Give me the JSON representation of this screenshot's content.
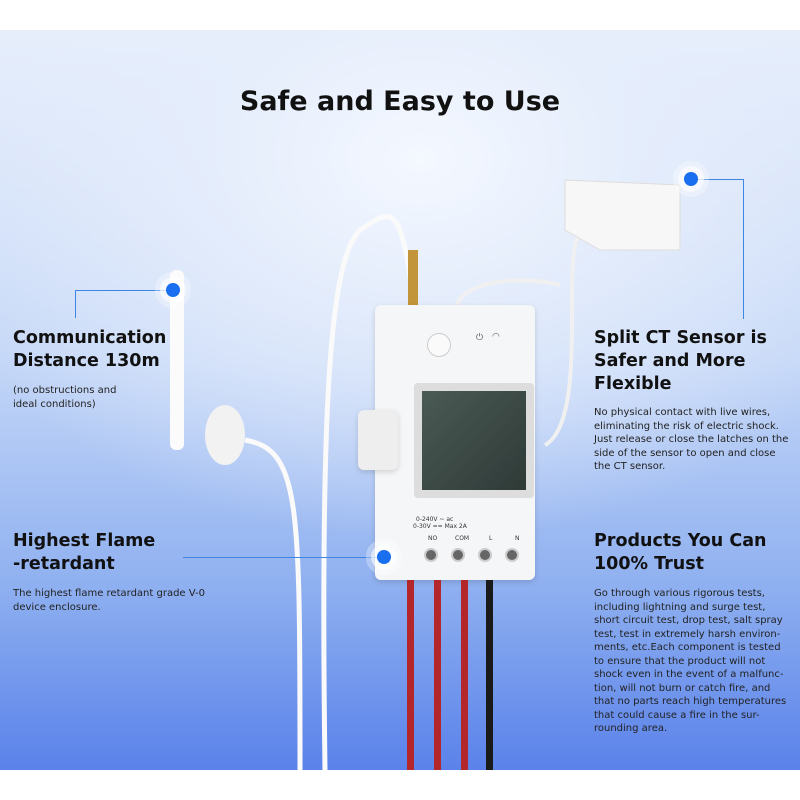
{
  "title": "Safe and Easy to Use",
  "features": {
    "communication": {
      "heading_1": "Communication",
      "heading_2": "Distance 130m",
      "desc_1": "(no obstructions and",
      "desc_2": "ideal conditions)"
    },
    "flame": {
      "heading_1": "Highest Flame",
      "heading_2": "-retardant",
      "desc_1": "The highest flame retardant grade V-0",
      "desc_2": "device enclosure."
    },
    "ct_sensor": {
      "heading_1": "Split CT Sensor is",
      "heading_2": "Safer and More",
      "heading_3": "Flexible",
      "desc": [
        "No physical contact with live wires,",
        "eliminating the risk of electric shock.",
        "Just release or close the latches on the",
        "side of the sensor to open and close",
        "the CT sensor."
      ]
    },
    "trust": {
      "heading_1": "Products You Can",
      "heading_2": "100% Trust",
      "desc": [
        "Go through various rigorous tests,",
        "including lightning and surge test,",
        "short circuit test, drop test, salt spray",
        "test, test in extremely harsh environ-",
        "ments, etc.Each component is tested",
        "to ensure that the product will not",
        "shock even in the event of a malfunc-",
        "tion, will not burn or catch fire, and",
        "that no parts reach high temperatures",
        "that could cause a fire in the sur-",
        "rounding area."
      ]
    }
  },
  "device": {
    "rating_1": "0-240V ~ ac",
    "rating_2": "0-30V == Max 2A",
    "terminals": [
      "NO",
      "COM",
      "L",
      "N"
    ]
  },
  "colors": {
    "accent": "#1a6ef0",
    "wire_red": "#b3262a",
    "wire_black": "#1a1a1a"
  }
}
